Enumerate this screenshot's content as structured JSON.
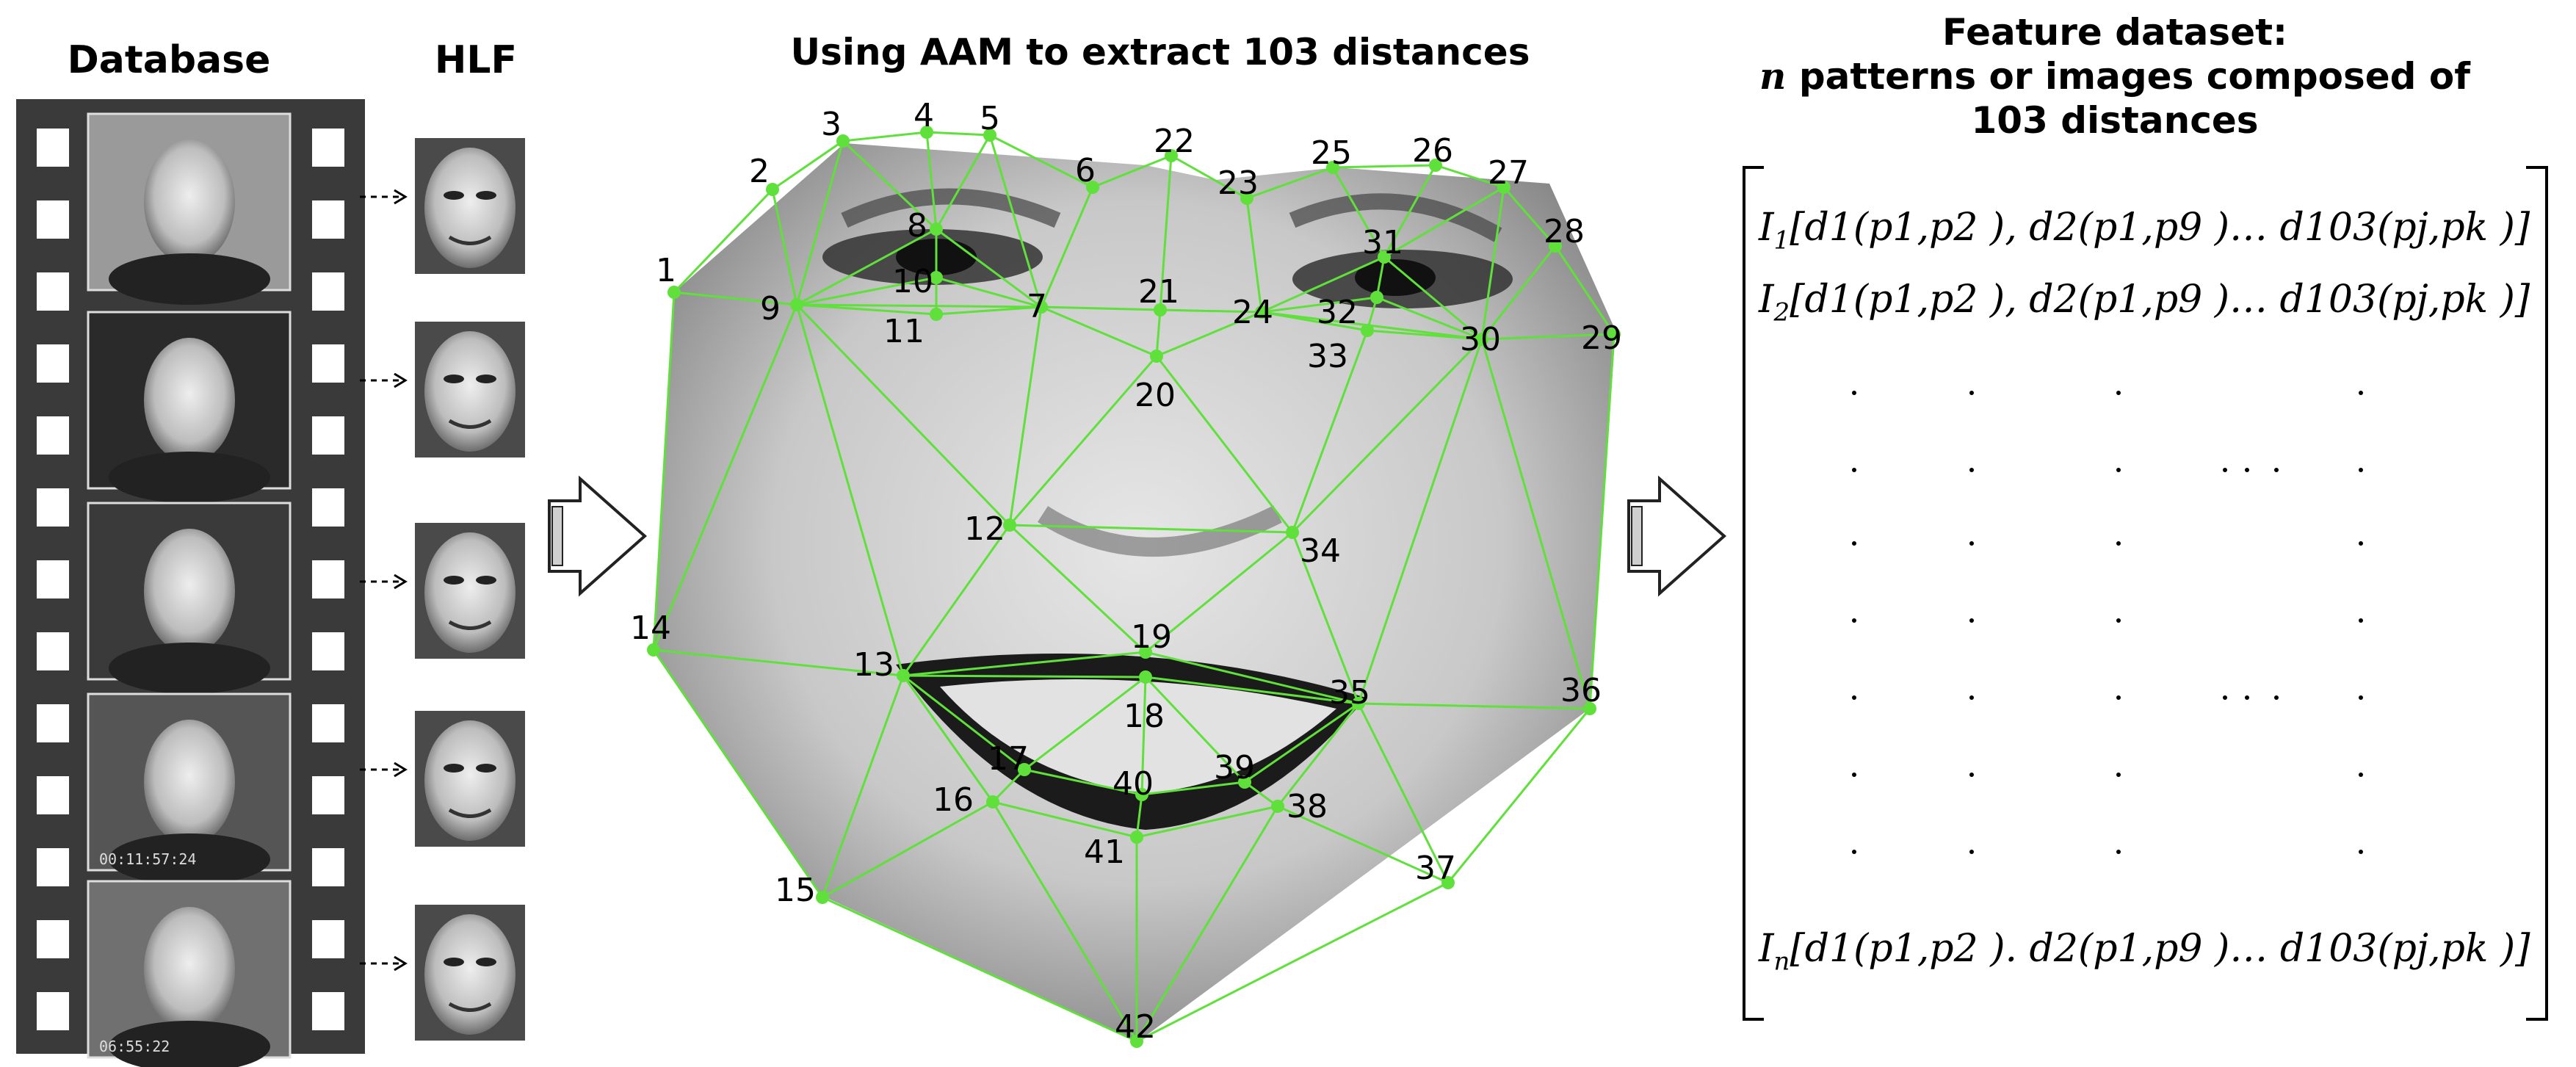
{
  "titles": {
    "database": "Database",
    "hlf": "HLF",
    "aam": "Using AAM to extract 103 distances",
    "feature_line1": "Feature dataset:",
    "feature_n": "n",
    "feature_line2_rest": " patterns or images composed of",
    "feature_line3": "103 distances"
  },
  "film": {
    "frame_count": 5,
    "timestamps": [
      "",
      "",
      "",
      "00:11:57:24",
      "06:55:22"
    ]
  },
  "landmarks": [
    {
      "id": "1"
    },
    {
      "id": "2"
    },
    {
      "id": "3"
    },
    {
      "id": "4"
    },
    {
      "id": "5"
    },
    {
      "id": "6"
    },
    {
      "id": "7"
    },
    {
      "id": "8"
    },
    {
      "id": "9"
    },
    {
      "id": "10"
    },
    {
      "id": "11"
    },
    {
      "id": "12"
    },
    {
      "id": "13"
    },
    {
      "id": "14"
    },
    {
      "id": "15"
    },
    {
      "id": "16"
    },
    {
      "id": "17"
    },
    {
      "id": "18"
    },
    {
      "id": "19"
    },
    {
      "id": "20"
    },
    {
      "id": "21"
    },
    {
      "id": "22"
    },
    {
      "id": "23"
    },
    {
      "id": "24"
    },
    {
      "id": "25"
    },
    {
      "id": "26"
    },
    {
      "id": "27"
    },
    {
      "id": "28"
    },
    {
      "id": "29"
    },
    {
      "id": "30"
    },
    {
      "id": "31"
    },
    {
      "id": "32"
    },
    {
      "id": "33"
    },
    {
      "id": "34"
    },
    {
      "id": "35"
    },
    {
      "id": "36"
    },
    {
      "id": "37"
    },
    {
      "id": "38"
    },
    {
      "id": "39"
    },
    {
      "id": "40"
    },
    {
      "id": "41"
    },
    {
      "id": "42"
    }
  ],
  "matrix_rows": [
    {
      "subject": "1",
      "text": "[d1(p1,p2 ), d2(p1,p9 )… d103(pj,pk )]"
    },
    {
      "subject": "2",
      "text": "[d1(p1,p2 ), d2(p1,p9 )… d103(pj,pk )]"
    },
    {
      "subject": "n",
      "text": "[d1(p1,p2 ). d2(p1,p9 )… d103(pj,pk )]"
    }
  ],
  "colors": {
    "mesh_green": "#5fe03a",
    "film_dark": "#3a3a3a"
  }
}
